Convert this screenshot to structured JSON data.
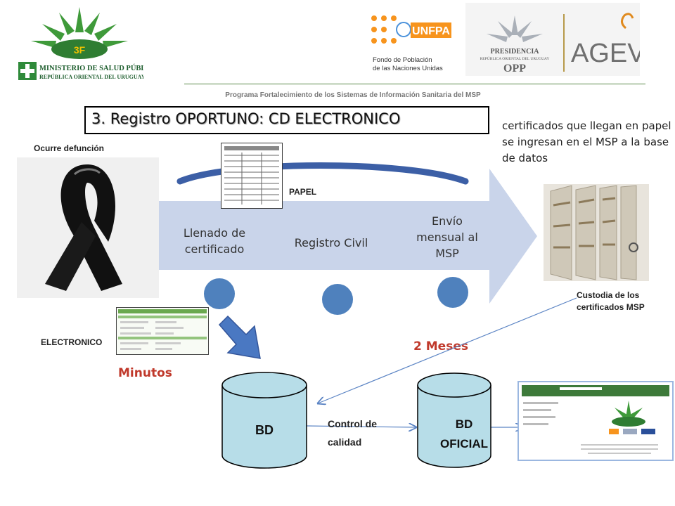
{
  "header": {
    "msp_logo": {
      "line1": "MINISTERIO DE SALUD PÚBLICA",
      "line2": "REPÚBLICA ORIENTAL DEL URUGUAY",
      "emblem_text": "3F"
    },
    "unfpa_logo": {
      "brand": "UNFPA",
      "line1": "Fondo de Población",
      "line2": "de las Naciones Unidas"
    },
    "opp_logo": {
      "line1": "PRESIDENCIA",
      "line2": "REPÚBLICA ORIENTAL DEL URUGUAY",
      "line3": "OPP"
    },
    "agev_logo": {
      "text": "AGEV"
    },
    "program": "Programa Fortalecimiento de los Sistemas de Información Sanitaria del MSP"
  },
  "title": "3. Registro OPORTUNO: CD ELECTRONICO",
  "note": "certificados que llegan en papel se ingresan en el MSP a la base de datos",
  "labels": {
    "ocurre": "Ocurre defunción",
    "papel": "PAPEL",
    "electronico": "ELECTRONICO",
    "custodia": "Custodia de los certificados MSP",
    "minutos": "Minutos",
    "dos_meses": "2 Meses",
    "control": "Control de calidad"
  },
  "steps": [
    {
      "label": "Llenado de certificado"
    },
    {
      "label": "Registro Civil"
    },
    {
      "label": "Envío mensual al MSP"
    }
  ],
  "databases": {
    "bd": "BD",
    "bd_oficial_1": "BD",
    "bd_oficial_2": "OFICIAL"
  },
  "colors": {
    "arrow": "#c9d4ea",
    "circles": "#4f81bd",
    "curve": "#3c5fa6",
    "down_arrow": "#4a78c2",
    "cylinder": "#b7dde8",
    "red_text": "#c0392b",
    "header_rule": "#5a8a4a"
  }
}
